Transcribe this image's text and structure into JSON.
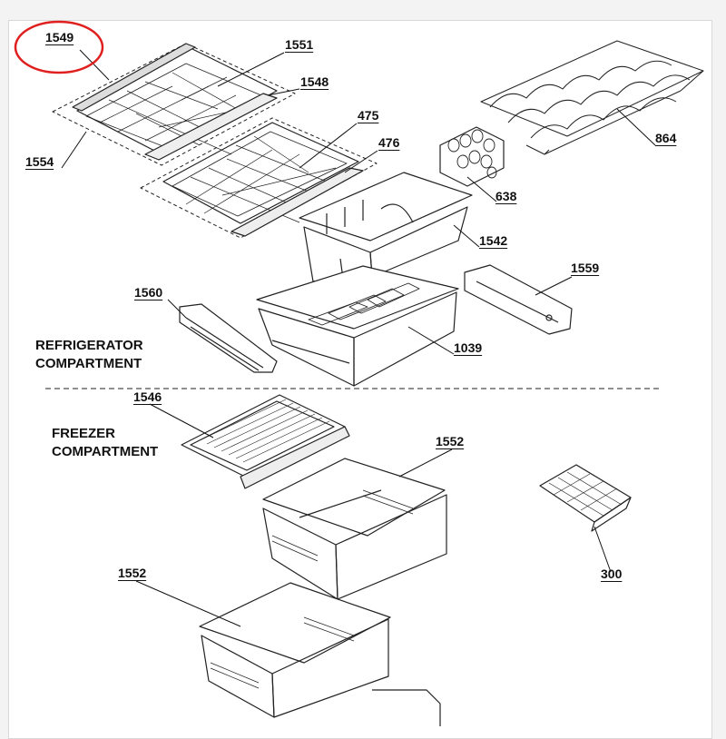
{
  "parts": [
    {
      "id": "p1549",
      "num": "1549"
    },
    {
      "id": "p1551",
      "num": "1551"
    },
    {
      "id": "p1548",
      "num": "1548"
    },
    {
      "id": "p1554",
      "num": "1554"
    },
    {
      "id": "p475",
      "num": "475"
    },
    {
      "id": "p476",
      "num": "476"
    },
    {
      "id": "p864",
      "num": "864"
    },
    {
      "id": "p638",
      "num": "638"
    },
    {
      "id": "p1542",
      "num": "1542"
    },
    {
      "id": "p1559",
      "num": "1559"
    },
    {
      "id": "p1560",
      "num": "1560"
    },
    {
      "id": "p1039",
      "num": "1039"
    },
    {
      "id": "p1546",
      "num": "1546"
    },
    {
      "id": "p1552a",
      "num": "1552"
    },
    {
      "id": "p1552b",
      "num": "1552"
    },
    {
      "id": "p300",
      "num": "300"
    }
  ],
  "sections": {
    "fridge_line1": "REFRIGERATOR",
    "fridge_line2": "COMPARTMENT",
    "freezer_line1": "FREEZER",
    "freezer_line2": "COMPARTMENT"
  },
  "colors": {
    "highlight": "#e0201f",
    "ink": "#111111"
  }
}
